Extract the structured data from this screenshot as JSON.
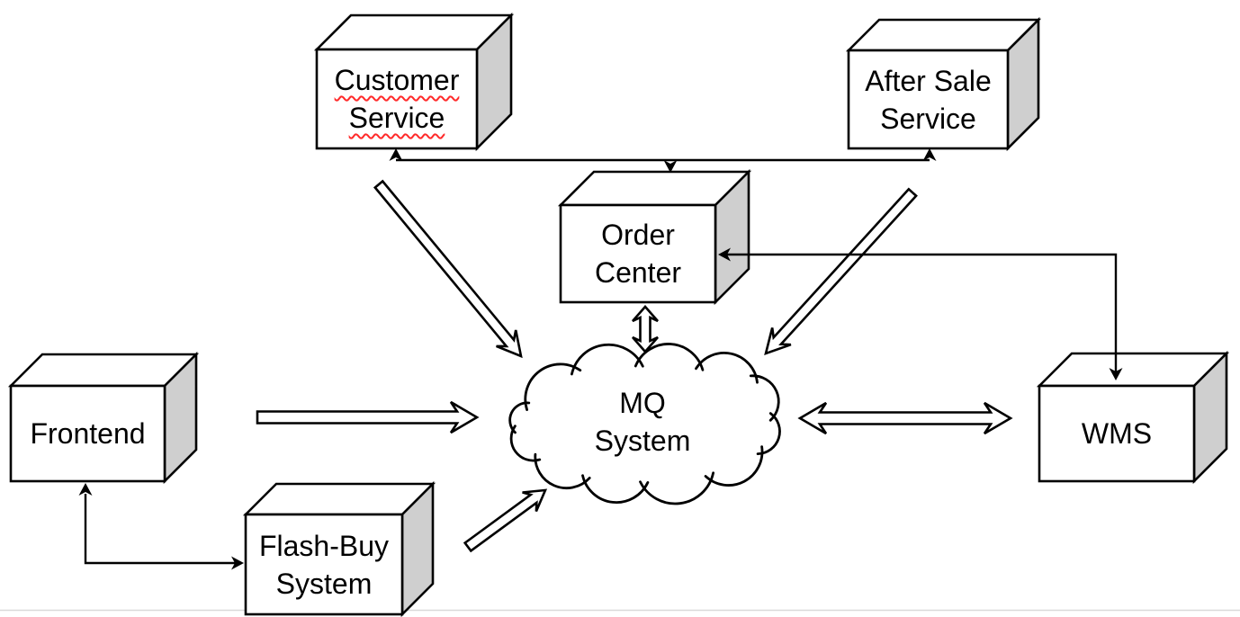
{
  "diagram": {
    "nodes": [
      {
        "id": "customer-service",
        "shape": "cube",
        "lines": [
          "Customer",
          "Service"
        ],
        "spellcheck_underline": true
      },
      {
        "id": "after-sale-service",
        "shape": "cube",
        "lines": [
          "After Sale",
          "Service"
        ]
      },
      {
        "id": "order-center",
        "shape": "cube",
        "lines": [
          "Order",
          "Center"
        ]
      },
      {
        "id": "frontend",
        "shape": "cube",
        "lines": [
          "Frontend"
        ]
      },
      {
        "id": "flash-buy-system",
        "shape": "cube",
        "lines": [
          "Flash-Buy",
          "System"
        ]
      },
      {
        "id": "wms",
        "shape": "cube",
        "lines": [
          "WMS"
        ]
      },
      {
        "id": "mq-system",
        "shape": "cloud",
        "lines": [
          "MQ",
          "System"
        ]
      }
    ],
    "edges": [
      {
        "type": "bus-line-arrow",
        "connects": [
          "Customer Service",
          "After Sale Service",
          "Order Center"
        ]
      },
      {
        "type": "elbow-line-arrow",
        "from": "WMS",
        "to": "Order Center",
        "bidirectional": true
      },
      {
        "type": "elbow-line-arrow",
        "from": "Frontend",
        "to": "Flash-Buy System",
        "bidirectional": true
      },
      {
        "type": "block-arrow",
        "from": "Customer Service",
        "to": "MQ System"
      },
      {
        "type": "block-arrow",
        "from": "After Sale Service",
        "to": "MQ System"
      },
      {
        "type": "block-arrow",
        "from": "Frontend",
        "to": "MQ System"
      },
      {
        "type": "block-arrow",
        "from": "Flash-Buy System",
        "to": "MQ System"
      },
      {
        "type": "block-arrow",
        "from": "Order Center",
        "to": "MQ System",
        "bidirectional": true
      },
      {
        "type": "block-arrow",
        "from": "MQ System",
        "to": "WMS",
        "bidirectional": true
      }
    ],
    "colors": {
      "stroke": "#000000",
      "cube_front": "#ffffff",
      "cube_top": "#ffffff",
      "cube_side": "#cfcfcf",
      "block_arrow_fill": "#ffffff",
      "spellcheck_squiggle": "#ff2a2a",
      "page_edge_line": "#d9d9d9"
    }
  }
}
